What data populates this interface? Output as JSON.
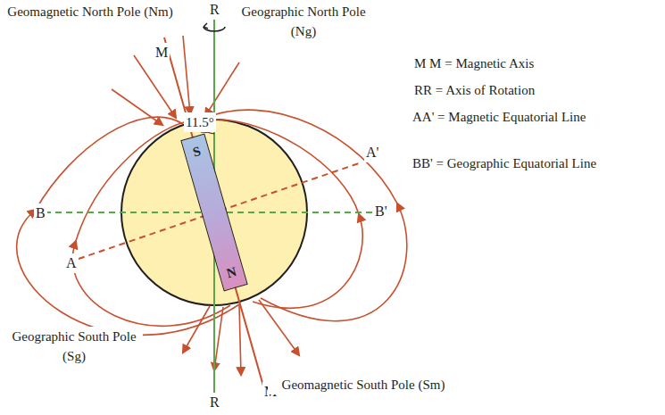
{
  "diagram": {
    "nodes": [
      {
        "text": [
          "S",
          "N"
        ]
      }
    ],
    "labels": [
      "Geomagnetic North Pole (Nm)",
      "M",
      "R",
      "Geographic North Pole (Ng)",
      "11.5°",
      "A'",
      "B",
      "B'",
      "A",
      "Geographic South Pole (Sg)",
      "M",
      "Geomagnetic South Pole (Sm)",
      "R",
      "M M = Magnetic Axis",
      "RR = Axis of Rotation",
      "AA' = Magnetic Equatorial Line",
      "BB' = Geographic Equatorial Line"
    ]
  }
}
